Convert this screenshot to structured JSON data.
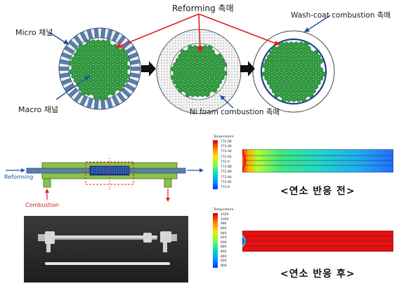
{
  "top": {
    "label_reforming": "Reforming 촉매",
    "label_washcoat": "Wash-coat combustion 촉매",
    "label_micro": "Micro 채널",
    "label_macro": "Macro 채널",
    "label_nifoam": "Ni foam combustion 촉매"
  },
  "schematic": {
    "label_reforming": "Reforming",
    "label_combustion": "Combustion"
  },
  "contour_before": {
    "colorbar_title": "Temperature",
    "ticks": [
      "772.98",
      "772.96",
      "772.94",
      "772.92",
      "772.9",
      "772.88",
      "772.86",
      "772.84",
      "772.82",
      "772.8"
    ],
    "caption": "<연소 반응 전>"
  },
  "contour_after": {
    "colorbar_title": "Temperature",
    "ticks": [
      "1020",
      "1000",
      "980",
      "960",
      "940",
      "920",
      "900",
      "880",
      "860",
      "840",
      "820",
      "800"
    ],
    "caption": "<연소 반응 후>"
  },
  "colors": {
    "catalyst_green": "#2e9e3e",
    "arrow_red": "#e02020",
    "arrow_blue": "#2050a0",
    "channel_blue": "#5a7fae"
  }
}
